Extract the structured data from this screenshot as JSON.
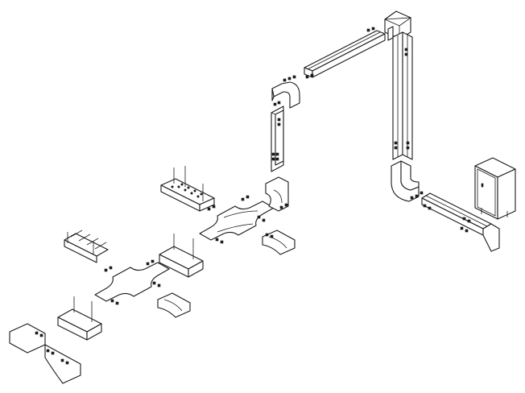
{
  "diagram": {
    "background": "#ffffff",
    "ink": "#1a1a1a",
    "components": [
      "vertical-riser-tray",
      "elbow-corner-fitting",
      "upper-horizontal-tray",
      "vertical-down-tray",
      "lower-elbow-fitting",
      "horizontal-tray-to-cabinet",
      "electrical-cabinet",
      "upper-cross-tee",
      "perforated-tray",
      "ladder-tray",
      "covered-tray",
      "lower-cross-tee",
      "reducer-fitting",
      "end-elbow-fitting"
    ],
    "icon": "cable-tray-system-diagram"
  }
}
